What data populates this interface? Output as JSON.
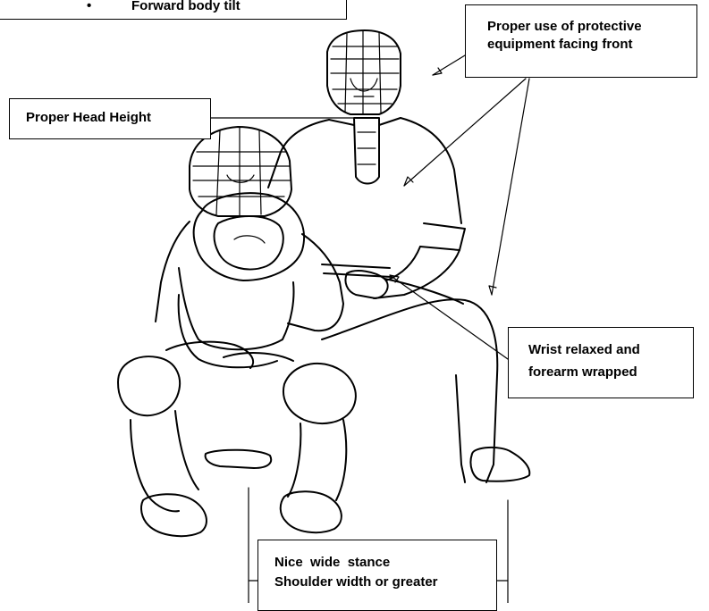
{
  "labels": {
    "top_bullet": "Forward body tilt",
    "head_height": "Proper Head Height",
    "protective": [
      "Proper use of protective",
      "equipment facing front"
    ],
    "wrist": [
      "Wrist relaxed and",
      "forearm wrapped"
    ],
    "stance": [
      "Nice  wide  stance",
      "Shoulder width or greater"
    ]
  }
}
